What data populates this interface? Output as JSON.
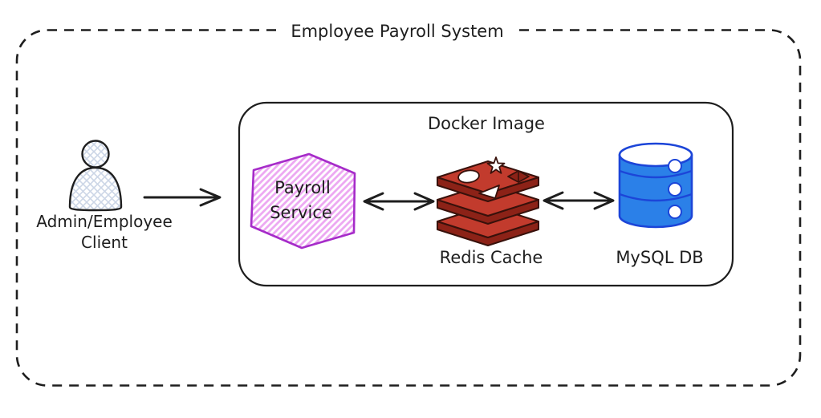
{
  "diagram": {
    "title": "Employee Payroll System",
    "docker_box": {
      "label": "Docker Image"
    },
    "client": {
      "label_line1": "Admin/Employee",
      "label_line2": "Client"
    },
    "payroll_service": {
      "label_line1": "Payroll",
      "label_line2": "Service"
    },
    "redis": {
      "label": "Redis Cache"
    },
    "mysql": {
      "label": "MySQL DB"
    },
    "connections": [
      {
        "from": "Admin/Employee Client",
        "to": "Docker Image",
        "style": "single-arrow"
      },
      {
        "from": "Payroll Service",
        "to": "Redis Cache",
        "style": "double-arrow"
      },
      {
        "from": "Redis Cache",
        "to": "MySQL DB",
        "style": "double-arrow"
      }
    ],
    "colors": {
      "ink": "#1e1e1e",
      "payroll_stroke": "#a62cc9",
      "payroll_hatch": "#eda9f2",
      "redis_red": "#c23b2d",
      "redis_dark": "#8c2217",
      "redis_outline": "#38110b",
      "mysql_fill": "#2b80e8",
      "mysql_stroke": "#1c45d8",
      "client_hatch": "#ccd6e6"
    }
  }
}
